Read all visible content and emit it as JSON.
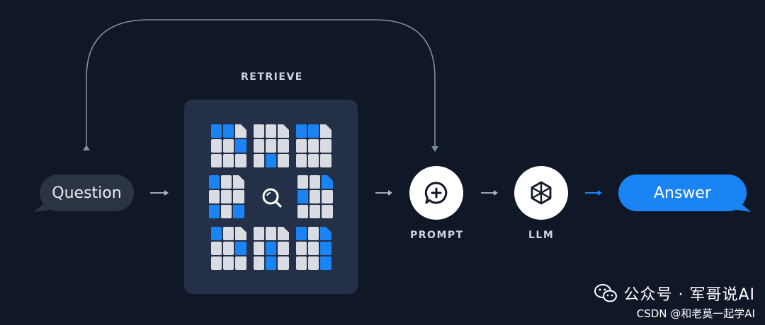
{
  "labels": {
    "retrieve": "RETRIEVE",
    "prompt": "PROMPT",
    "llm": "LLM"
  },
  "bubbles": {
    "question": "Question",
    "answer": "Answer"
  },
  "watermark": {
    "line1": "公众号 · 军哥说AI",
    "line2": "CSDN @和老莫一起学AI"
  },
  "colors": {
    "background": "#101828",
    "panel": "#243047",
    "question_bubble": "#2a3444",
    "answer_bubble": "#1a84f5",
    "accent_blue": "#1a84f5",
    "grid_light": "#d9dde3",
    "node_fill": "#ffffff"
  },
  "icons": {
    "retrieve_center": "search-icon",
    "prompt_node": "chat-plus-icon",
    "llm_node": "hexagon-llm-icon",
    "watermark": "wechat-icon"
  }
}
